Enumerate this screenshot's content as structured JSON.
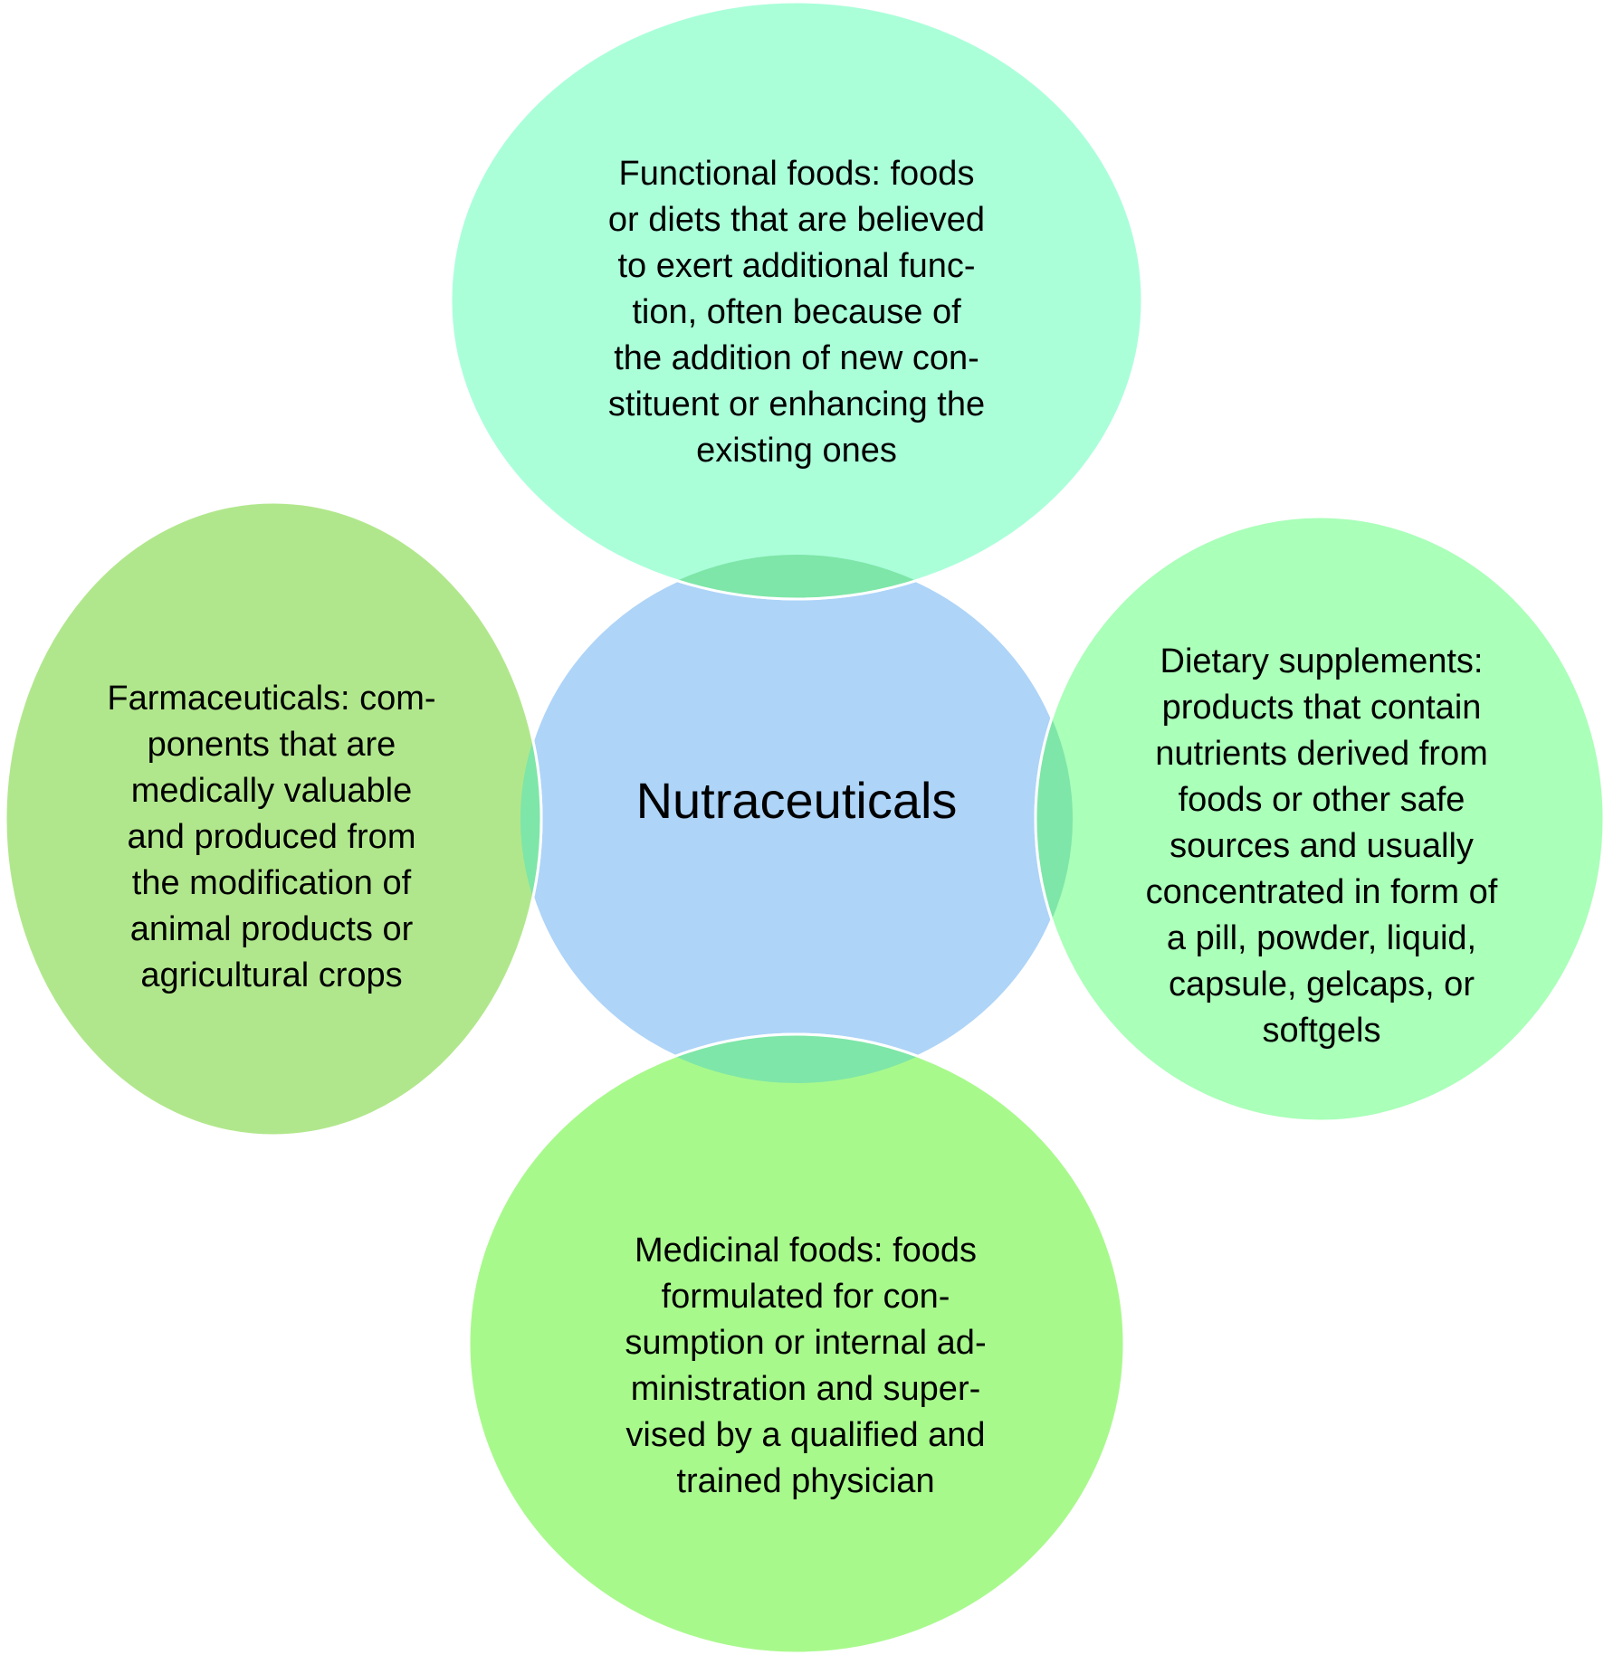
{
  "diagram": {
    "center": {
      "text": "Nutraceuticals",
      "color": "#aed4f8"
    },
    "nodes": [
      {
        "id": "functional-foods",
        "text": "Functional foods: foods\nor diets that are believed\nto exert additional func-\ntion, often because of\nthe addition of new con-\nstituent or enhancing the\nexisting ones",
        "color": "#aaffd9"
      },
      {
        "id": "dietary-supplements",
        "text": "Dietary supplements:\nproducts that contain\nnutrients derived from\nfoods or other safe\nsources and usually\nconcentrated in form of\na pill, powder, liquid,\ncapsule, gelcaps, or\nsoftgels",
        "color": "#aaffb9"
      },
      {
        "id": "medicinal-foods",
        "text": "Medicinal foods: foods\nformulated for con-\nsumption or internal ad-\nministration and super-\nvised by a qualified and\ntrained physician",
        "color": "#a8f98c"
      },
      {
        "id": "farmaceuticals",
        "text": "Farmaceuticals: com-\nponents that are\nmedically valuable\nand produced from\nthe modification of\nanimal products or\nagricultural crops",
        "color": "#b1e78c"
      }
    ],
    "overlap_color": "#7ee6a8"
  }
}
